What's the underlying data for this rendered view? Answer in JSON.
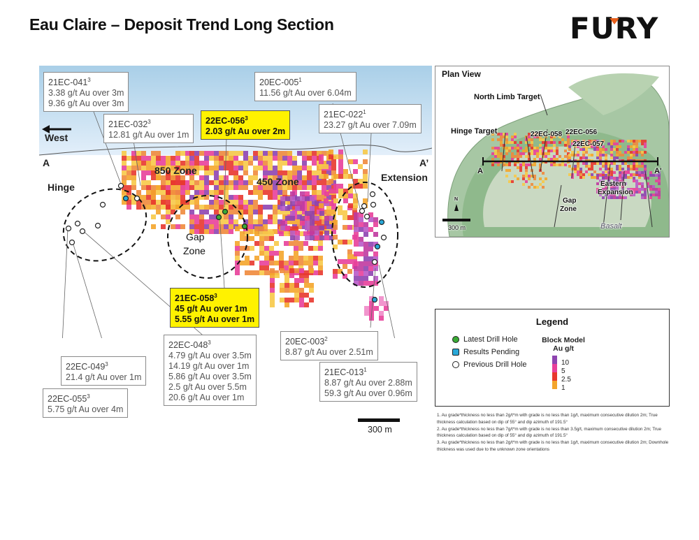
{
  "title": "Eau Claire – Deposit Trend Long Section",
  "logo": "FURY",
  "colors": {
    "latest_fill": "#fff200",
    "latest_hole": "#3aaa35",
    "pending_hole": "#29a8d8",
    "previous_hole": "#ffffff",
    "sky": "#a9cfe8",
    "dome": "#e3effa"
  },
  "section": {
    "direction_label": "West",
    "section_start": "A",
    "section_end": "A’",
    "zones": {
      "hinge": "Hinge",
      "zone850": "850 Zone",
      "zone450": "450 Zone",
      "extension": "Extension",
      "gap_line1": "Gap",
      "gap_line2": "Zone"
    }
  },
  "callouts": [
    {
      "hole": "21EC-041",
      "note": "3",
      "lines": [
        "3.38 g/t Au over 3m",
        "9.36 g/t Au over 3m"
      ],
      "latest": false
    },
    {
      "hole": "21EC-032",
      "note": "3",
      "lines": [
        "12.81 g/t Au over 1m"
      ],
      "latest": false
    },
    {
      "hole": "22EC-056",
      "note": "3",
      "lines": [
        "2.03 g/t Au over 2m"
      ],
      "latest": true
    },
    {
      "hole": "20EC-005",
      "note": "1",
      "lines": [
        "11.56 g/t Au over 6.04m"
      ],
      "latest": false
    },
    {
      "hole": "21EC-022",
      "note": "1",
      "lines": [
        "23.27 g/t Au over 7.09m"
      ],
      "latest": false
    },
    {
      "hole": "21EC-058",
      "note": "3",
      "lines": [
        "45 g/t Au over 1m",
        "5.55 g/t Au over 1m"
      ],
      "latest": true
    },
    {
      "hole": "20EC-003",
      "note": "2",
      "lines": [
        "8.87 g/t Au over 2.51m"
      ],
      "latest": false
    },
    {
      "hole": "22EC-048",
      "note": "3",
      "lines": [
        "4.79 g/t Au over 3.5m",
        "14.19 g/t Au over 1m",
        "5.86 g/t Au over 3.5m",
        "2.5 g/t Au over 5.5m",
        "20.6 g/t Au over 1m"
      ],
      "latest": false
    },
    {
      "hole": "21EC-013",
      "note": "1",
      "lines": [
        "8.87 g/t Au over 2.88m",
        "59.3 g/t Au over 0.96m"
      ],
      "latest": false
    },
    {
      "hole": "22EC-049",
      "note": "3",
      "lines": [
        "21.4 g/t Au over 1m"
      ],
      "latest": false
    },
    {
      "hole": "22EC-055",
      "note": "3",
      "lines": [
        "5.75 g/t Au over 4m"
      ],
      "latest": false
    }
  ],
  "plan_view": {
    "title": "Plan View",
    "labels": [
      "North Limb Target",
      "Hinge Target",
      "22EC-058",
      "22EC-056",
      "22EC-057",
      "Eastern",
      "Expansion",
      "Gap",
      "Zone",
      "Basalt"
    ],
    "section_start": "A",
    "section_end": "A'",
    "north": "N",
    "scale": "300 m"
  },
  "legend": {
    "title": "Legend",
    "items": [
      "Latest Drill Hole",
      "Results Pending",
      "Previous Drill Hole"
    ],
    "block_model_title": "Block Model",
    "block_model_unit": "Au g/t",
    "grades": [
      {
        "value": "10",
        "color": "#8e44b0"
      },
      {
        "value": "5",
        "color": "#e8409a"
      },
      {
        "value": "2.5",
        "color": "#e8372d"
      },
      {
        "value": "1",
        "color": "#f4a52b"
      }
    ]
  },
  "scale_bar": "300 m",
  "notes": [
    "1. Au grade*thickness no less than 2g/t*m with grade is no less than 1g/t, maximum consecutive dilution 2m; True thickness calculation based on dip of 55° and dip azimuth of 191.5°",
    "2. Au grade*thickness no less than 7g/t*m with grade is no less than 3.5g/t, maximum consecutive dilution 2m; True thickness calculation based on dip of 55° and dip azimuth of 191.5°",
    "3. Au grade*thickness no less than 2g/t*m with grade is no less than 1g/t, maximum consecutive dilution 2m; Downhole thickness was used due to the unknown zone orientations"
  ]
}
